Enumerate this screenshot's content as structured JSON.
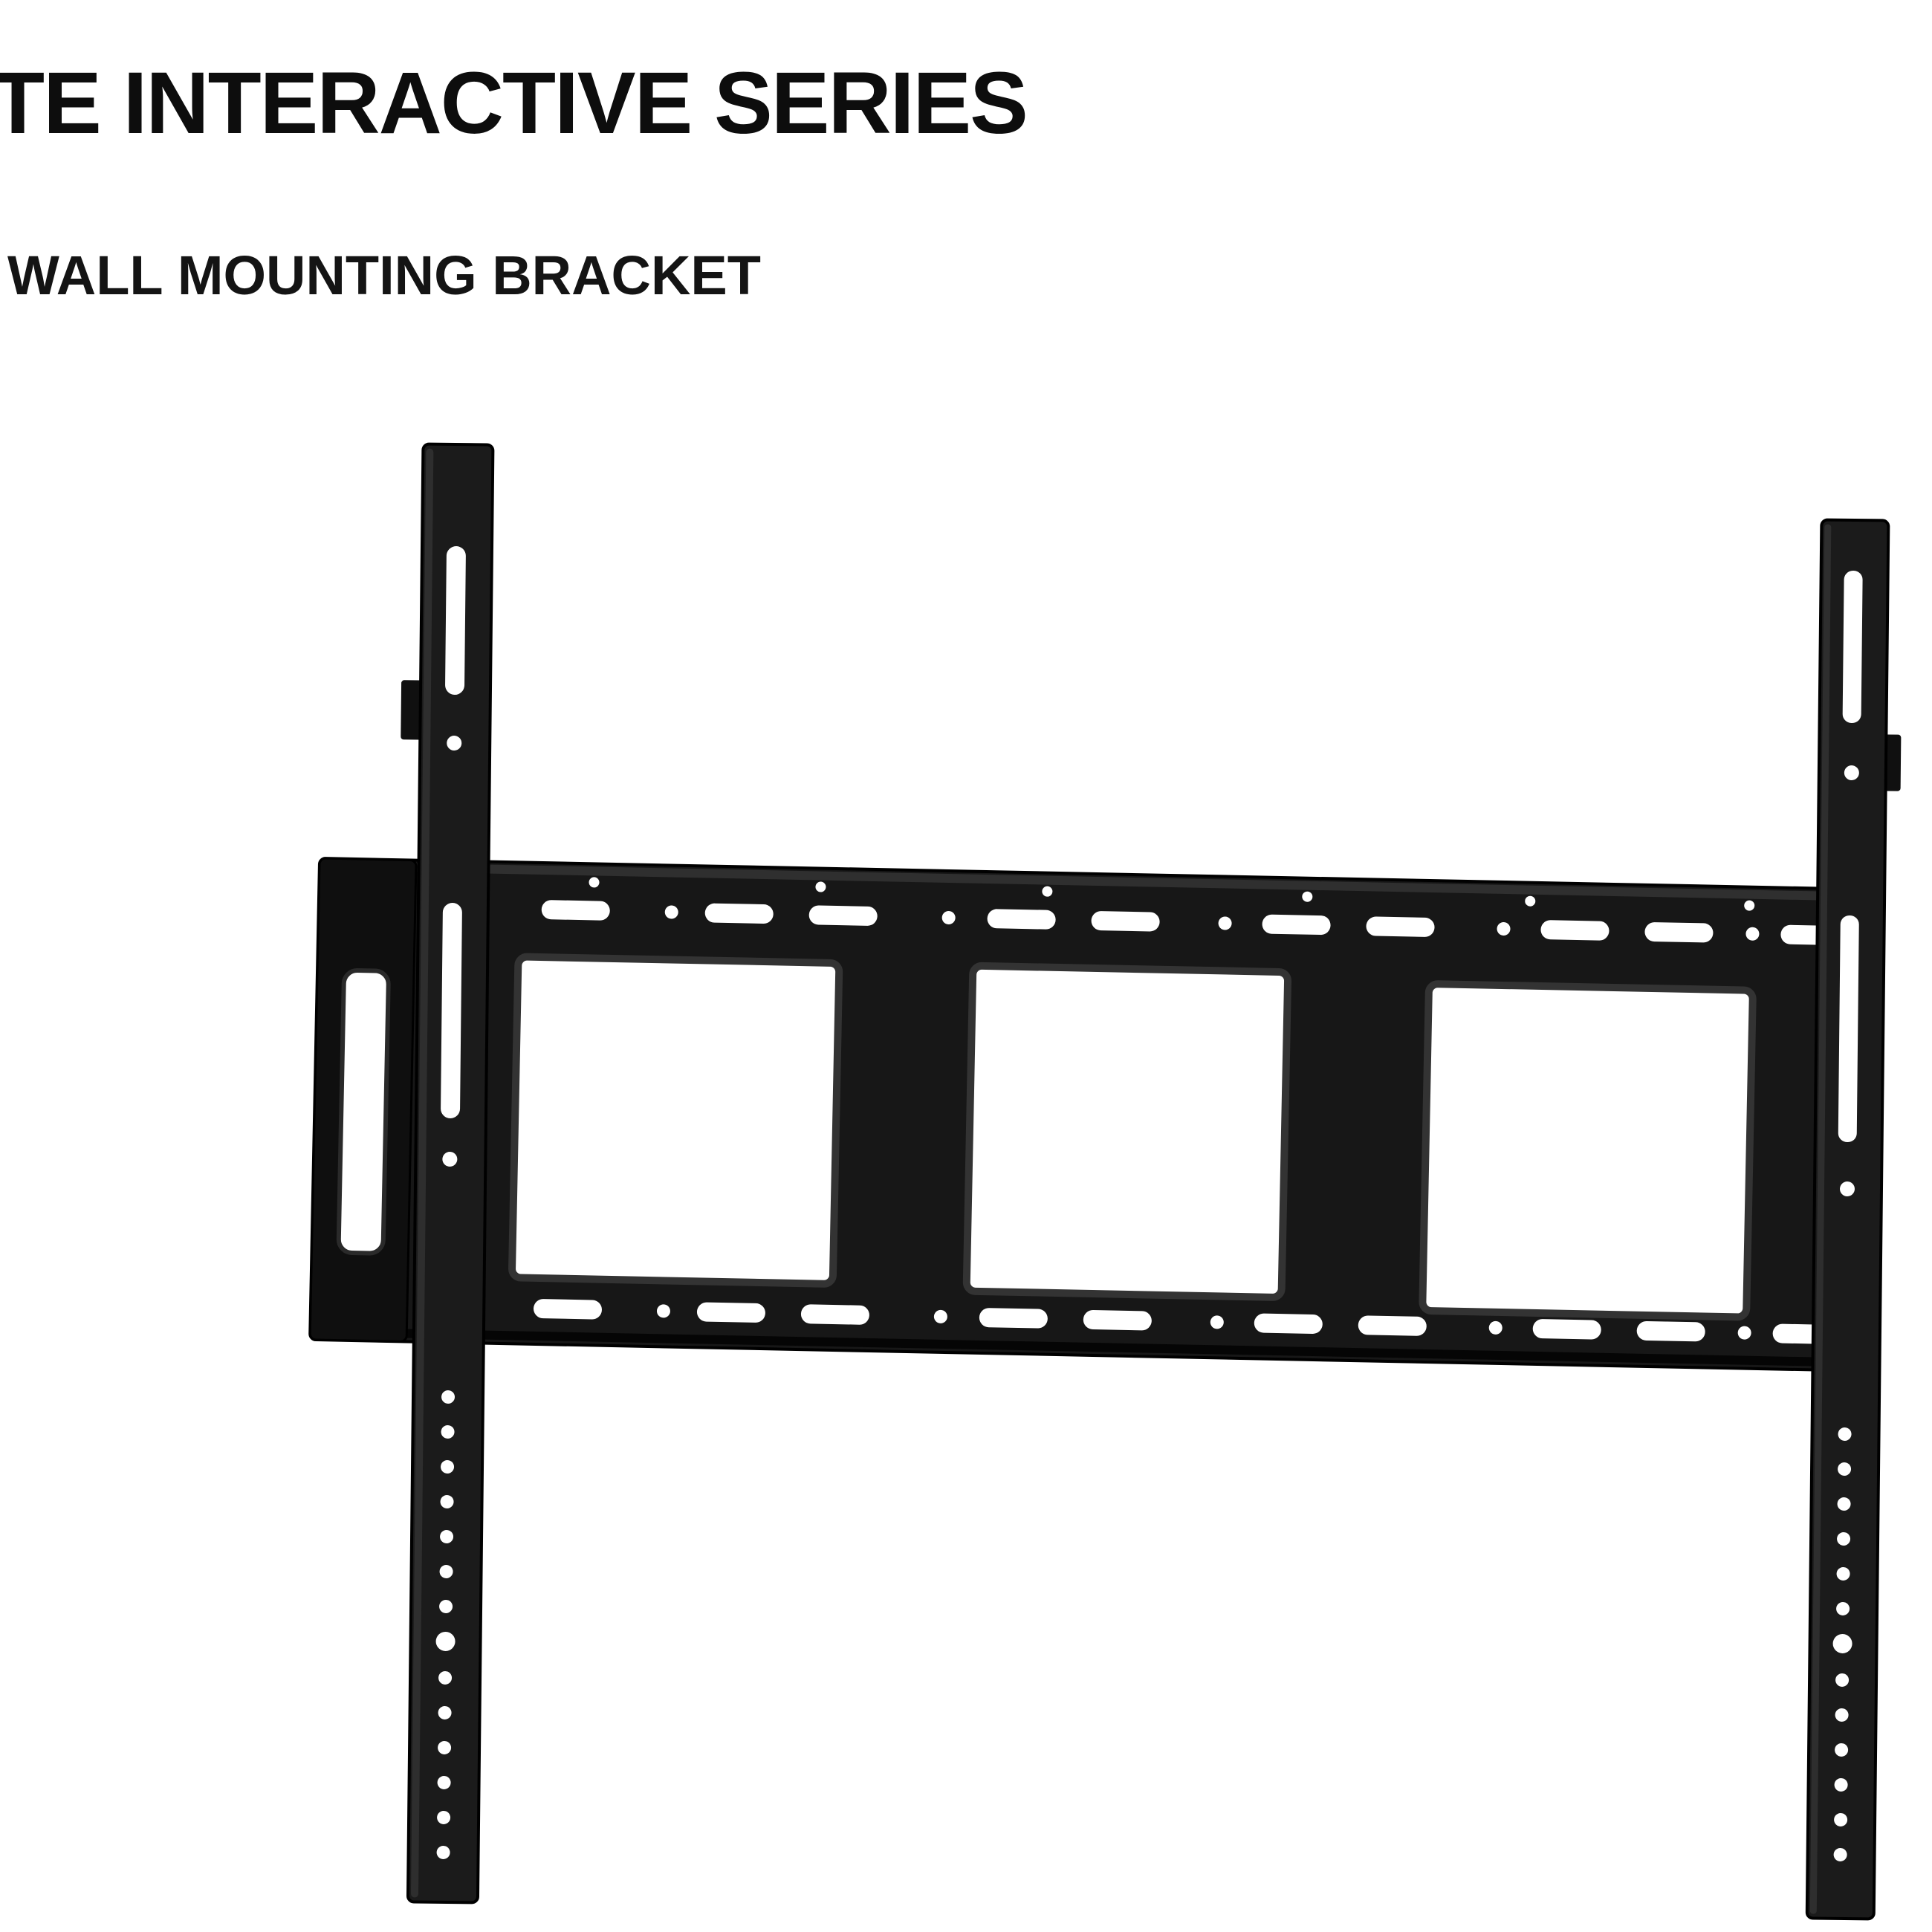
{
  "page": {
    "title": "TE INTERACTIVE SERIES",
    "subtitle": "WALL MOUNTING BRACKET",
    "background_color": "#ffffff",
    "text_color": "#0d0d0d"
  },
  "product_image": {
    "alt": "Black wall mounting bracket: wide horizontal wall plate with three large rectangular openings and rows of mounting slots, plus two vertical VESA rails with elongated slots and columns of round holes",
    "bracket_color": "#171717",
    "end_cap_color": "#0f0f0f",
    "highlight_color": "#2f2f2f",
    "cutout_color": "#ffffff"
  }
}
